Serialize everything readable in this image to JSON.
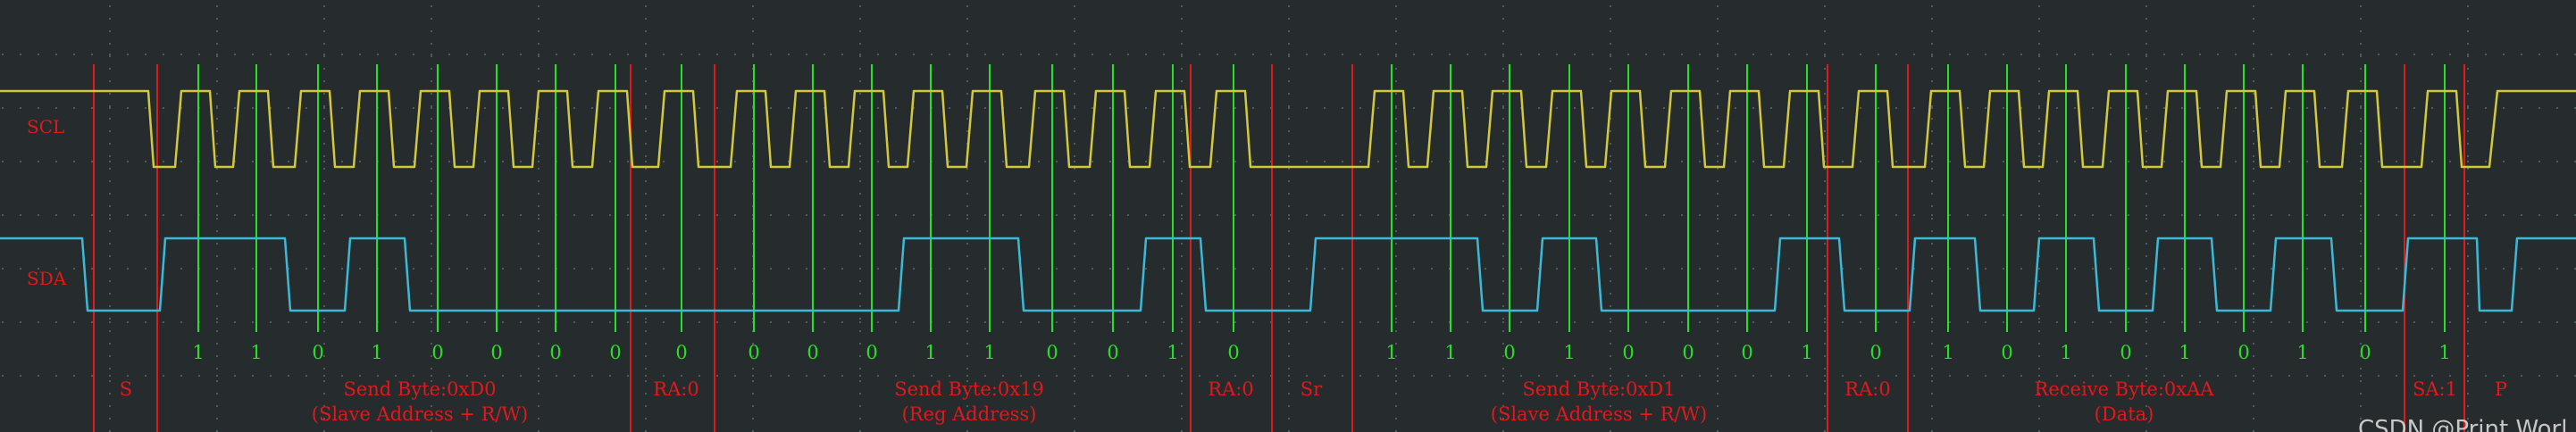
{
  "channels": {
    "scl": {
      "label": "SCL",
      "color": "#d2c83c"
    },
    "sda": {
      "label": "SDA",
      "color": "#3cb9d7"
    }
  },
  "colors": {
    "background": "#262b2d",
    "grid_dots": "#4d5a5e",
    "clock_marker": "#26e026",
    "boundary_marker": "#e01a1a"
  },
  "bits": [
    "1",
    "1",
    "0",
    "1",
    "0",
    "0",
    "0",
    "0",
    "0",
    "0",
    "0",
    "0",
    "1",
    "1",
    "0",
    "0",
    "1",
    "0",
    "1",
    "1",
    "0",
    "1",
    "0",
    "0",
    "0",
    "1",
    "0",
    "1",
    "0",
    "1",
    "0",
    "1",
    "0",
    "1",
    "0",
    "1"
  ],
  "segments": [
    {
      "id": "start",
      "line1": "S",
      "line2": ""
    },
    {
      "id": "send-byte-1",
      "line1": "Send Byte:0xD0",
      "line2": "(Slave Address + R/W)"
    },
    {
      "id": "ack-1",
      "line1": "RA:0",
      "line2": ""
    },
    {
      "id": "send-byte-2",
      "line1": "Send Byte:0x19",
      "line2": "(Reg Address)"
    },
    {
      "id": "ack-2",
      "line1": "RA:0",
      "line2": ""
    },
    {
      "id": "repeated-start",
      "line1": "Sr",
      "line2": ""
    },
    {
      "id": "send-byte-3",
      "line1": "Send Byte:0xD1",
      "line2": "(Slave Address + R/W)"
    },
    {
      "id": "ack-3",
      "line1": "RA:0",
      "line2": ""
    },
    {
      "id": "receive-byte",
      "line1": "Receive Byte:0xAA",
      "line2": "(Data)"
    },
    {
      "id": "master-ack",
      "line1": "SA:1",
      "line2": ""
    },
    {
      "id": "stop",
      "line1": "P",
      "line2": ""
    }
  ],
  "watermark": "CSDN @Print Worl"
}
